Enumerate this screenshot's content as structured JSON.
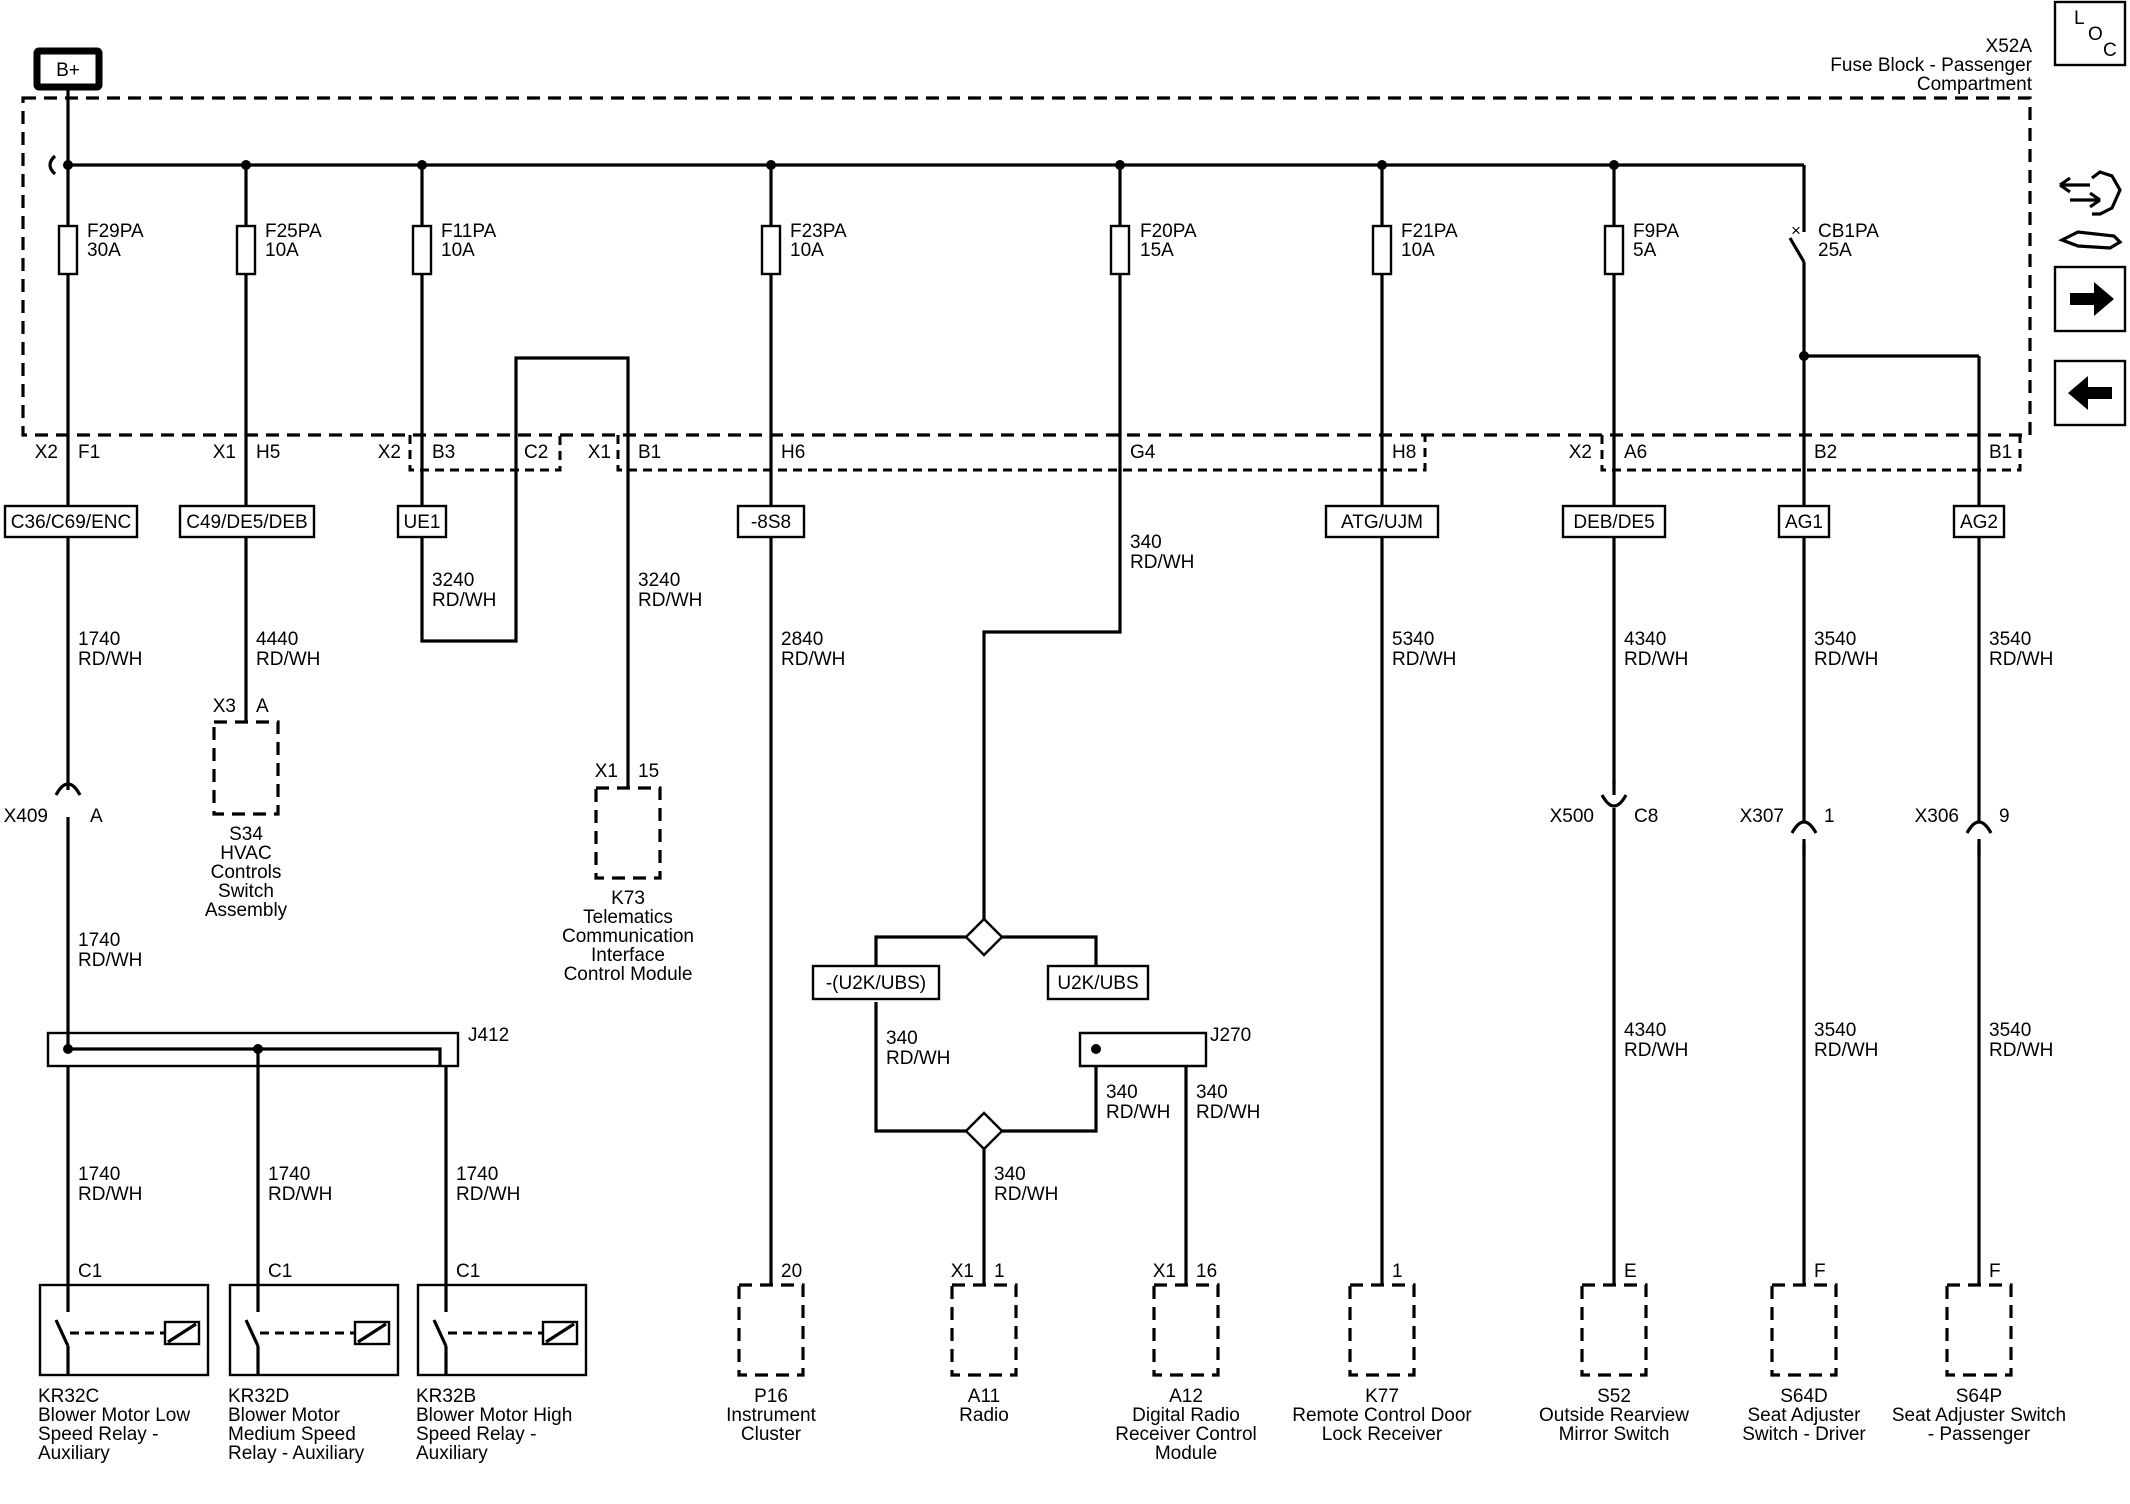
{
  "power": {
    "label": "B+"
  },
  "fuse_block": {
    "id": "X52A",
    "name_line1": "Fuse Block - Passenger",
    "name_line2": "Compartment"
  },
  "nav": {
    "loc_l": "L",
    "loc_o": "O",
    "loc_c": "C"
  },
  "fuses": [
    {
      "id": "F29PA",
      "rating": "30A"
    },
    {
      "id": "F25PA",
      "rating": "10A"
    },
    {
      "id": "F11PA",
      "rating": "10A"
    },
    {
      "id": "F23PA",
      "rating": "10A"
    },
    {
      "id": "F20PA",
      "rating": "15A"
    },
    {
      "id": "F21PA",
      "rating": "10A"
    },
    {
      "id": "F9PA",
      "rating": "5A"
    },
    {
      "id": "CB1PA",
      "rating": "25A"
    }
  ],
  "connector_labels": [
    "X2",
    "F1",
    "X1",
    "H5",
    "X2",
    "B3",
    "C2",
    "X1",
    "B1",
    "H6",
    "G4",
    "H8",
    "X2",
    "A6",
    "B2",
    "B1"
  ],
  "options": [
    "C36/C69/ENC",
    "C49/DE5/DEB",
    "UE1",
    "-8S8",
    "ATG/UJM",
    "DEB/DE5",
    "AG1",
    "AG2",
    "-(U2K/UBS)",
    "U2K/UBS"
  ],
  "circuits": {
    "c1740": "1740",
    "c4440": "4440",
    "c3240": "3240",
    "c2840": "2840",
    "c340": "340",
    "c5340": "5340",
    "c4340": "4340",
    "c3540": "3540",
    "color": "RD/WH"
  },
  "inline_connectors": {
    "x409": "X409",
    "x409_pin": "A",
    "x500": "X500",
    "x500_pin": "C8",
    "x307": "X307",
    "x307_pin": "1",
    "x306": "X306",
    "x306_pin": "9"
  },
  "splices": {
    "j412": "J412",
    "j270": "J270"
  },
  "pins": {
    "s34_conn": "X3",
    "s34_pin": "A",
    "k73_conn": "X1",
    "k73_pin": "15",
    "relay_pin": "C1",
    "p16_pin": "20",
    "a11_conn": "X1",
    "a11_pin": "1",
    "a12_conn": "X1",
    "a12_pin": "16",
    "k77_pin": "1",
    "s52_pin": "E",
    "s64d_pin": "F",
    "s64p_pin": "F"
  },
  "components": {
    "s34": [
      "S34",
      "HVAC",
      "Controls",
      "Switch",
      "Assembly"
    ],
    "k73": [
      "K73",
      "Telematics",
      "Communication",
      "Interface",
      "Control Module"
    ],
    "kr32c": [
      "KR32C",
      "Blower Motor Low",
      "Speed Relay -",
      "Auxiliary"
    ],
    "kr32d": [
      "KR32D",
      "Blower Motor",
      "Medium Speed",
      "Relay - Auxiliary"
    ],
    "kr32b": [
      "KR32B",
      "Blower Motor High",
      "Speed Relay -",
      "Auxiliary"
    ],
    "p16": [
      "P16",
      "Instrument",
      "Cluster"
    ],
    "a11": [
      "A11",
      "Radio"
    ],
    "a12": [
      "A12",
      "Digital Radio",
      "Receiver Control",
      "Module"
    ],
    "k77": [
      "K77",
      "Remote Control Door",
      "Lock Receiver"
    ],
    "s52": [
      "S52",
      "Outside Rearview",
      "Mirror Switch"
    ],
    "s64d": [
      "S64D",
      "Seat Adjuster",
      "Switch - Driver"
    ],
    "s64p": [
      "S64P",
      "Seat Adjuster Switch",
      "- Passenger"
    ]
  }
}
